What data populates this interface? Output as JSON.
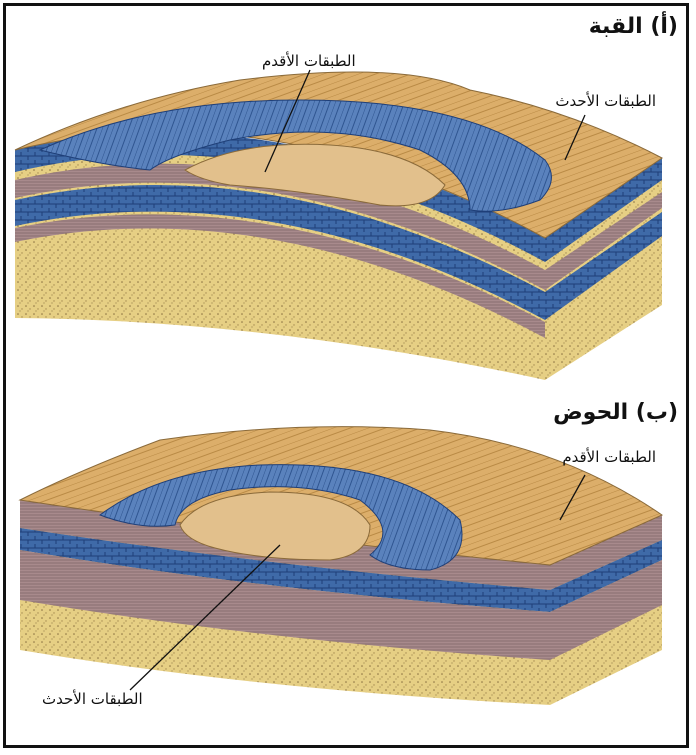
{
  "dome": {
    "title": "(أ) القبة",
    "label_older": "الطبقات الأقدم",
    "label_younger": "الطبقات الأحدث"
  },
  "basin": {
    "title": "(ب) الحوض",
    "label_older": "الطبقات الأقدم",
    "label_younger": "الطبقات الأحدث"
  },
  "colors": {
    "sand": "#e6cf84",
    "sand_dark": "#c9a85a",
    "blue": "#3f6aa8",
    "blue_dark": "#1f3f78",
    "mauve": "#a88a8c",
    "mauve_dark": "#7d6366",
    "tan": "#dcae6a",
    "core": "#e2c08c"
  }
}
